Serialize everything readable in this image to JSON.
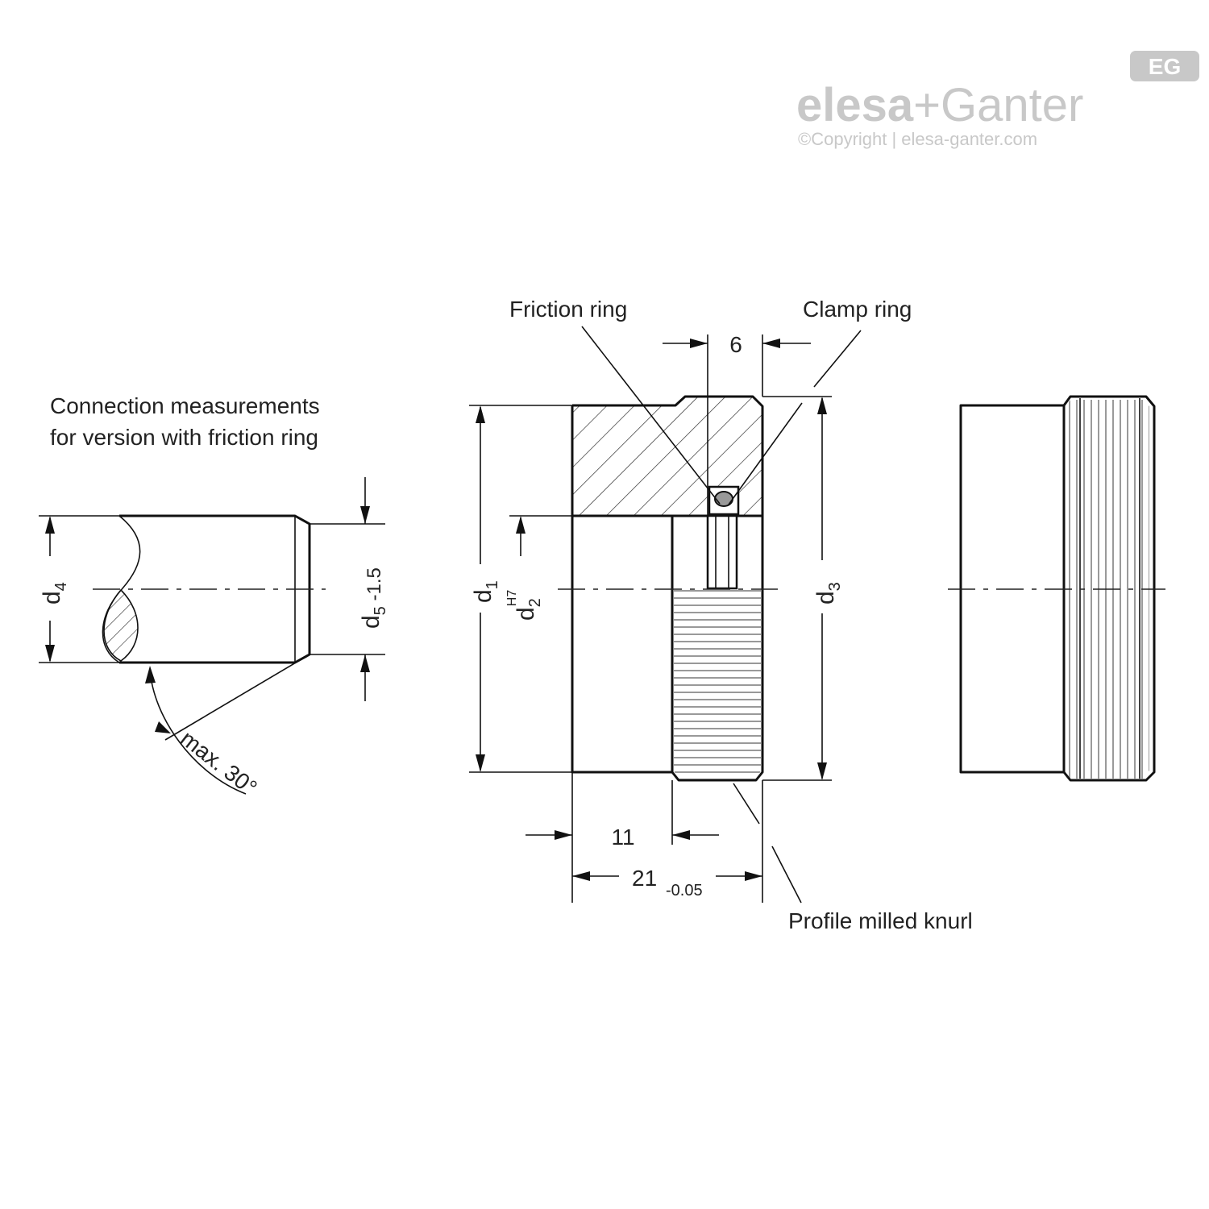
{
  "logo": {
    "badge": "EG",
    "brand_main": "elesa",
    "brand_plus": "+",
    "brand_second": "Ganter",
    "copyright": "©Copyright | elesa-ganter.com"
  },
  "connection": {
    "caption_line1": "Connection measurements",
    "caption_line2": "for version with friction ring",
    "d4": "d",
    "d4_sub": "4",
    "d5": "d",
    "d5_sub": "5",
    "d5_tol": " -1.5",
    "angle": "max. 30°"
  },
  "section_view": {
    "friction_ring": "Friction ring",
    "clamp_ring": "Clamp ring",
    "dim_6": "6",
    "d1": "d",
    "d1_sub": "1",
    "d2": "d",
    "d2_sub": "2",
    "d2_sup": "H7",
    "d3": "d",
    "d3_sub": "3",
    "dim_11": "11",
    "dim_21": "21",
    "dim_21_tol": "-0.05",
    "knurl": "Profile milled knurl"
  },
  "colors": {
    "line": "#111111",
    "text": "#222222",
    "logo": "#c8c8c8"
  }
}
